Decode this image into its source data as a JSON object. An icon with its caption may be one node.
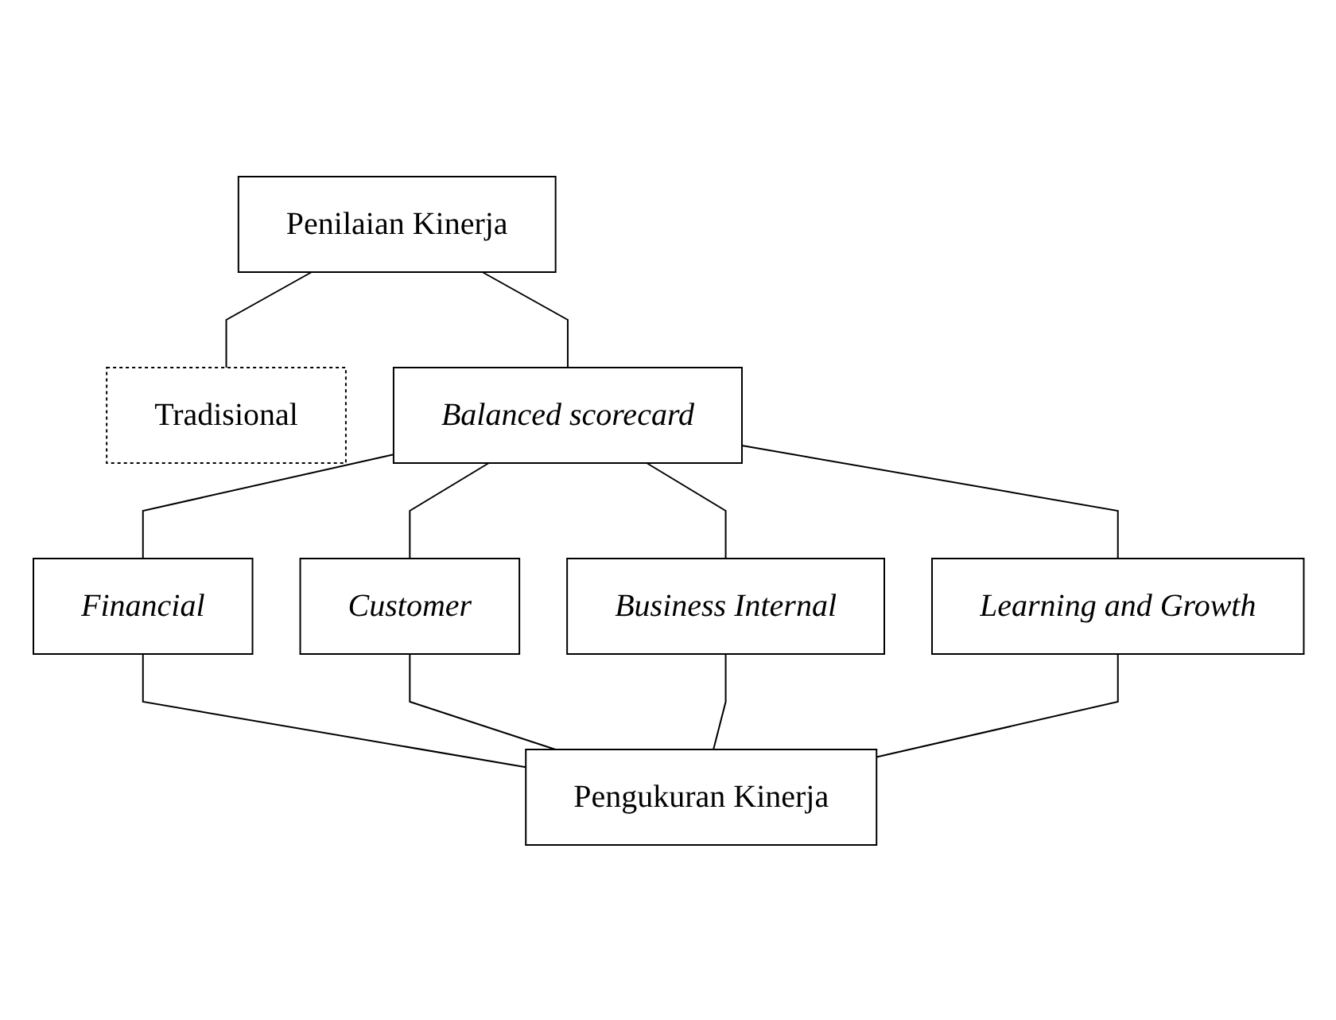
{
  "diagram": {
    "nodes": [
      {
        "text": [
          "Penilaian Kinerja"
        ]
      },
      {
        "text": [
          "Tradisional"
        ]
      },
      {
        "text": [
          "Balanced scorecard"
        ]
      },
      {
        "text": [
          "Financial"
        ]
      },
      {
        "text": [
          "Customer"
        ]
      },
      {
        "text": [
          "Business Internal"
        ]
      },
      {
        "text": [
          "Learning and Growth"
        ]
      },
      {
        "text": [
          "Pengukuran Kinerja"
        ]
      }
    ],
    "edges": [
      {
        "from": 0,
        "to": 1,
        "arrow": "none"
      },
      {
        "from": 0,
        "to": 2,
        "arrow": "none"
      },
      {
        "from": 2,
        "to": 3,
        "arrow": "none"
      },
      {
        "from": 2,
        "to": 4,
        "arrow": "none"
      },
      {
        "from": 2,
        "to": 5,
        "arrow": "none"
      },
      {
        "from": 2,
        "to": 6,
        "arrow": "none"
      },
      {
        "from": 3,
        "to": 7,
        "arrow": "none"
      },
      {
        "from": 4,
        "to": 7,
        "arrow": "none"
      },
      {
        "from": 5,
        "to": 7,
        "arrow": "none"
      },
      {
        "from": 6,
        "to": 7,
        "arrow": "none"
      }
    ]
  }
}
